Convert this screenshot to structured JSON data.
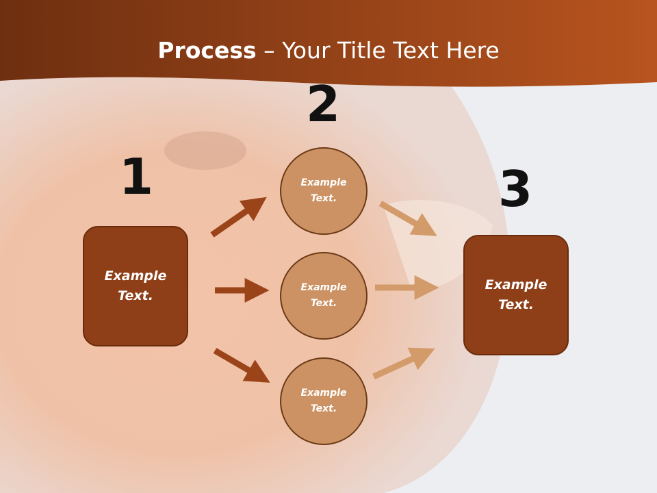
{
  "title": {
    "bold": "Process",
    "rest": " – Your Title Text Here"
  },
  "steps": {
    "one": {
      "number": "1",
      "label": "Example Text."
    },
    "two": {
      "number": "2"
    },
    "three": {
      "number": "3",
      "label": "Example Text."
    }
  },
  "circles": [
    {
      "label": "Example Text."
    },
    {
      "label": "Example Text."
    },
    {
      "label": "Example Text."
    }
  ],
  "colors": {
    "header_dark": "#6e2f10",
    "header_light": "#b8541f",
    "box_fill": "#8e3f17",
    "circle_fill": "#cc9263",
    "arrow_dark": "#9c4419",
    "arrow_light": "#d39a6a"
  }
}
